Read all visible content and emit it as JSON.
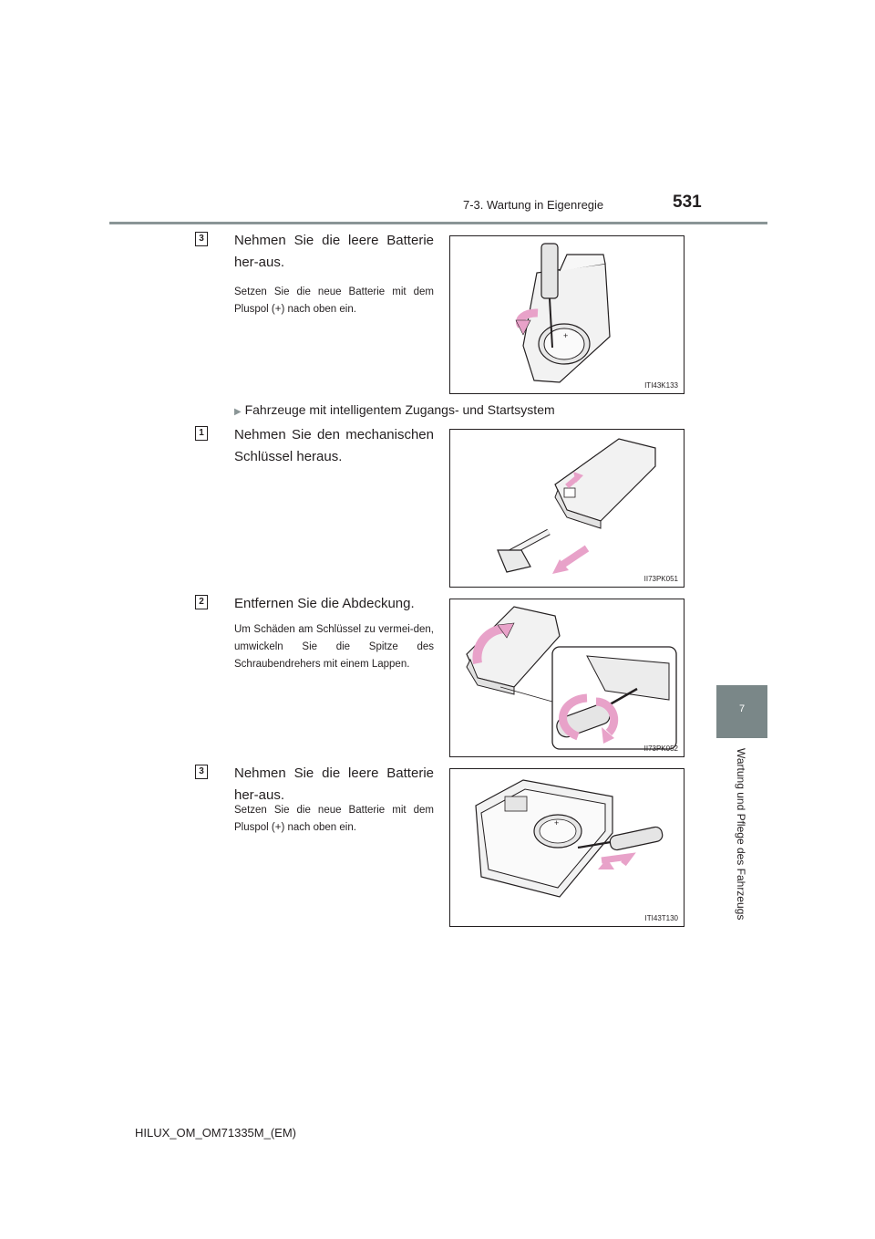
{
  "header": {
    "section": "7-3. Wartung in Eigenregie",
    "page_number": "531"
  },
  "chapter": {
    "number": "7",
    "title": "Wartung und Pflege des Fahrzeugs"
  },
  "steps": [
    {
      "number": "3",
      "title": "Nehmen Sie die leere Batterie her-aus.",
      "note": "Setzen Sie die neue Batterie mit dem Pluspol (+) nach oben ein.",
      "figure_code": "ITI43K133"
    },
    {
      "number": "1",
      "title": "Nehmen Sie den mechanischen Schlüssel heraus.",
      "note": "",
      "figure_code": "II73PK051"
    },
    {
      "number": "2",
      "title": "Entfernen Sie die Abdeckung.",
      "note": "Um Schäden am Schlüssel zu vermei-den, umwickeln Sie die Spitze des Schraubendrehers mit einem Lappen.",
      "figure_code": "II73PK052"
    },
    {
      "number": "3",
      "title": "Nehmen Sie die leere Batterie her-aus.",
      "note": "Setzen Sie die neue Batterie mit dem Pluspol (+) nach oben ein.",
      "figure_code": "ITI43T130"
    }
  ],
  "subheading": {
    "marker": "▶",
    "text": "Fahrzeuge mit intelligentem Zugangs- und Startsystem"
  },
  "footer": {
    "code": "HILUX_OM_OM71335M_(EM)"
  },
  "colors": {
    "arrow_pink": "#e8a2c9",
    "rule_gray": "#8a9596",
    "tab_gray": "#7a8788"
  }
}
